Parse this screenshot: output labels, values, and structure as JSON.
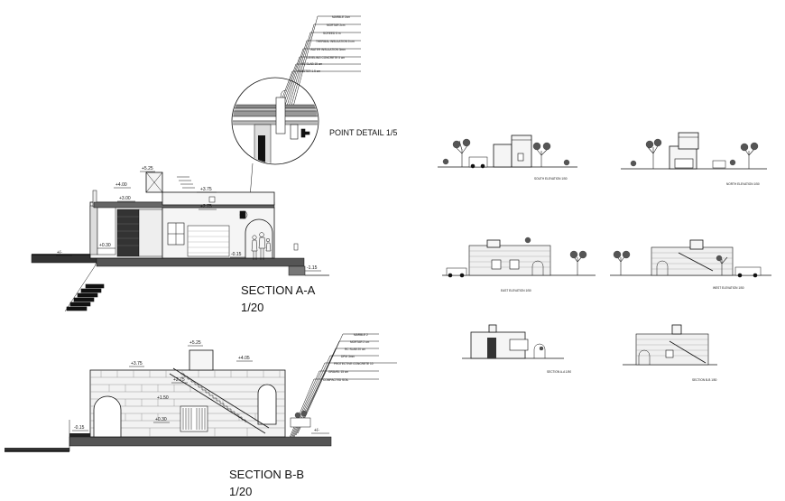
{
  "point_detail": {
    "title": "POINT DETAIL  1/5",
    "layers": [
      "MARBLE 2cm",
      "MORTAR 2cm",
      "SCREED 5 m",
      "THERMAL INSULATION 5 cm",
      "WATER INSULATION 3mm",
      "LEVELING CONCRETE 5 cm",
      "RC SLAB 15 cm",
      "PLASTER 1.5 cm"
    ]
  },
  "section_aa": {
    "title": "SECTION A-A",
    "scale": "1/20",
    "levels": [
      "+5.25",
      "+4.00",
      "+3.75",
      "+3.00",
      "+2.75",
      "+0.30",
      "-0.15",
      "-1.15",
      "+/-"
    ]
  },
  "section_bb": {
    "title": "SECTION B-B",
    "scale": "1/20",
    "layers": [
      "MARBLE 2",
      "MORTAR 2 cm",
      "RC SLAB 20 cm",
      "DPM 3mm",
      "PROTECTIVE CONCRETE 10",
      "GRAVEL 15 cm",
      "COMPACTED SOIL"
    ],
    "levels": [
      "+5.25",
      "+4.05",
      "+3.75",
      "+2.75",
      "+1.50",
      "+0.30",
      "-0.15",
      "+/-"
    ]
  },
  "thumbnails": {
    "south_elevation": "SOUTH ELEVATION 1/50",
    "north_elevation": "NORTH ELEVATION 1/50",
    "east_elevation": "EAST ELEVATION 1/50",
    "west_elevation": "WEST ELEVATION 1/50",
    "section_aa_small": "SECTION A-A  1/50",
    "section_bb_small": "SECTION B-B  1/50"
  }
}
